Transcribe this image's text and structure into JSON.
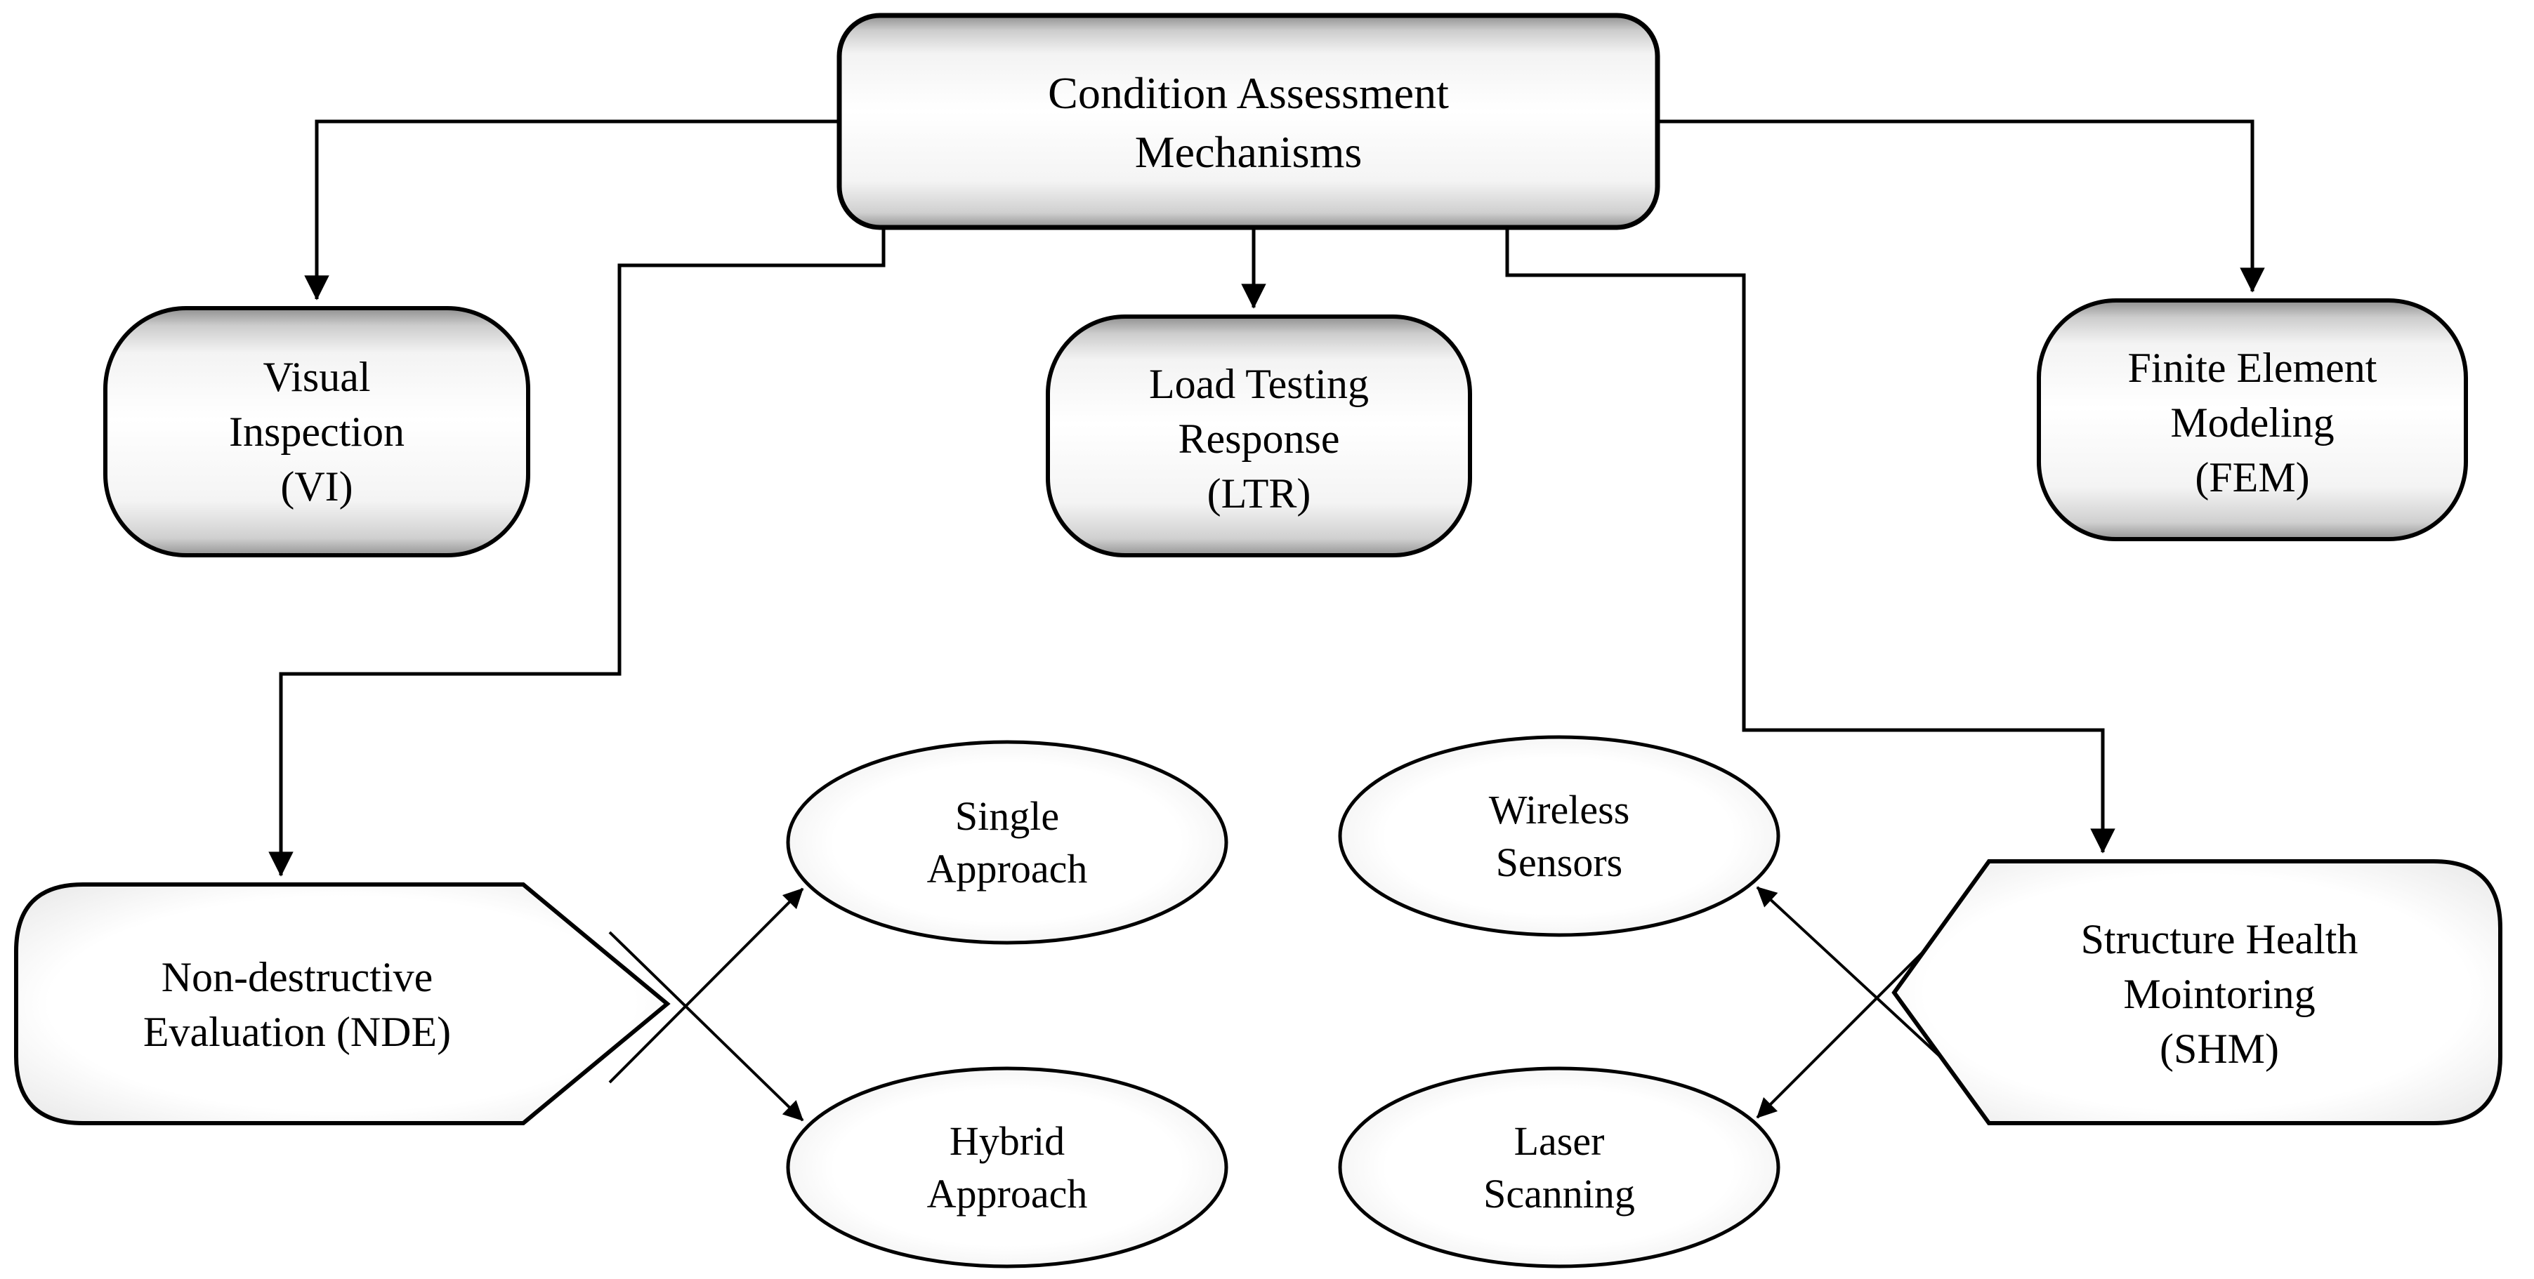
{
  "figure": {
    "type": "flowchart",
    "description": "Condition assessment mechanisms hierarchy diagram"
  },
  "nodes": {
    "root": {
      "label": "Condition Assessment\nMechanisms",
      "shape": "rounded-rectangle"
    },
    "vi": {
      "label": "Visual\nInspection\n(VI)",
      "shape": "rounded-rectangle"
    },
    "ltr": {
      "label": "Load Testing\nResponse\n(LTR)",
      "shape": "rounded-rectangle"
    },
    "fem": {
      "label": "Finite Element\nModeling\n(FEM)",
      "shape": "rounded-rectangle"
    },
    "nde": {
      "label": "Non-destructive\nEvaluation (NDE)",
      "shape": "pentagon-right"
    },
    "shm": {
      "label": "Structure Health\nMointoring\n(SHM)",
      "shape": "pentagon-left"
    },
    "single": {
      "label": "Single\nApproach",
      "shape": "ellipse"
    },
    "hybrid": {
      "label": "Hybrid\nApproach",
      "shape": "ellipse"
    },
    "wireless": {
      "label": "Wireless\nSensors",
      "shape": "ellipse"
    },
    "laser": {
      "label": "Laser\nScanning",
      "shape": "ellipse"
    }
  },
  "edges": [
    {
      "from": "root",
      "to": "vi"
    },
    {
      "from": "root",
      "to": "ltr"
    },
    {
      "from": "root",
      "to": "fem"
    },
    {
      "from": "root",
      "to": "nde"
    },
    {
      "from": "root",
      "to": "shm"
    },
    {
      "from": "nde",
      "to": "single"
    },
    {
      "from": "nde",
      "to": "hybrid"
    },
    {
      "from": "shm",
      "to": "wireless"
    },
    {
      "from": "shm",
      "to": "laser"
    }
  ],
  "colors": {
    "stroke": "#000000",
    "text": "#000000",
    "fill_center": "#ffffff",
    "fill_edge": "#9a9a9a",
    "background": "#ffffff"
  }
}
